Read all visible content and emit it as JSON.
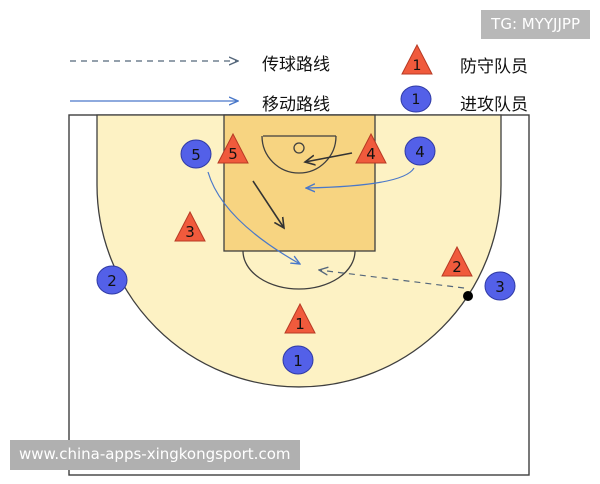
{
  "legend": {
    "pass_label": "传球路线",
    "move_label": "移动路线",
    "defender_label": "防守队员",
    "defender_sample": "1",
    "attacker_label": "进攻队员",
    "attacker_sample": "1"
  },
  "tag": "TG: MYYJJPP",
  "watermark": "www.china-apps-xingkongsport.com",
  "defenders": [
    "1",
    "2",
    "3",
    "4",
    "5"
  ],
  "attackers": [
    "1",
    "2",
    "3",
    "4",
    "5"
  ],
  "colors": {
    "court_fill": "#fdf2c4",
    "key_fill": "#f7d481",
    "court_line": "#3f3f3f",
    "defender_fill": "#f05a3c",
    "attacker_fill": "#5360e8",
    "move_line": "#4a78c9",
    "pass_line": "#55677b"
  }
}
